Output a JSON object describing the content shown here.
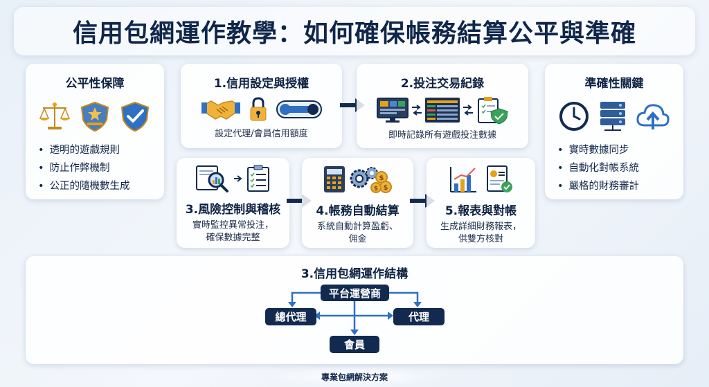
{
  "title": "信用包網運作教學：如何確保帳務結算公平與準確",
  "fairness": {
    "title": "公平性保障",
    "icons": [
      "scales-icon",
      "shield-badge-icon",
      "shield-check-icon"
    ],
    "items": [
      "透明的遊戲規則",
      "防止作弊機制",
      "公正的隨機數生成"
    ]
  },
  "accuracy": {
    "title": "準確性關鍵",
    "icons": [
      "clock-icon",
      "server-icon",
      "cloud-upload-icon"
    ],
    "items": [
      "實時數據同步",
      "自動化對帳系統",
      "嚴格的財務審計"
    ]
  },
  "steps": [
    {
      "title": "1.信用設定與授權",
      "desc": "設定代理/會員信用額度",
      "icons": [
        "handshake-icon",
        "lock-icon",
        "toggle-icon"
      ]
    },
    {
      "title": "2.投注交易紀錄",
      "desc": "即時記錄所有遊戲投注數據",
      "icons": [
        "monitor-icon",
        "data-table-icon",
        "clipboard-shield-icon"
      ]
    },
    {
      "title": "3.風險控制與稽核",
      "desc_lines": [
        "實時監控異常投注，",
        "確保數據完整"
      ],
      "icons": [
        "magnifier-report-icon",
        "checklist-icon"
      ]
    },
    {
      "title": "4.帳務自動結算",
      "desc_lines": [
        "系統自動計算盈虧、",
        "佣金"
      ],
      "icons": [
        "calculator-icon",
        "gears-coins-icon"
      ]
    },
    {
      "title": "5.報表與對帳",
      "desc_lines": [
        "生成詳細財務報表，",
        "供雙方核對"
      ],
      "icons": [
        "bar-chart-icon",
        "report-check-icon"
      ]
    }
  ],
  "structure": {
    "title": "3.信用包網運作結構",
    "top": "平台運營商",
    "left": "總代理",
    "right": "代理",
    "bottom": "會員"
  },
  "footer": "專業包網解決方案",
  "colors": {
    "navy": "#122a4f",
    "accent_blue": "#2f6fc4",
    "gold": "#e3a21a",
    "green": "#3aa35a"
  }
}
